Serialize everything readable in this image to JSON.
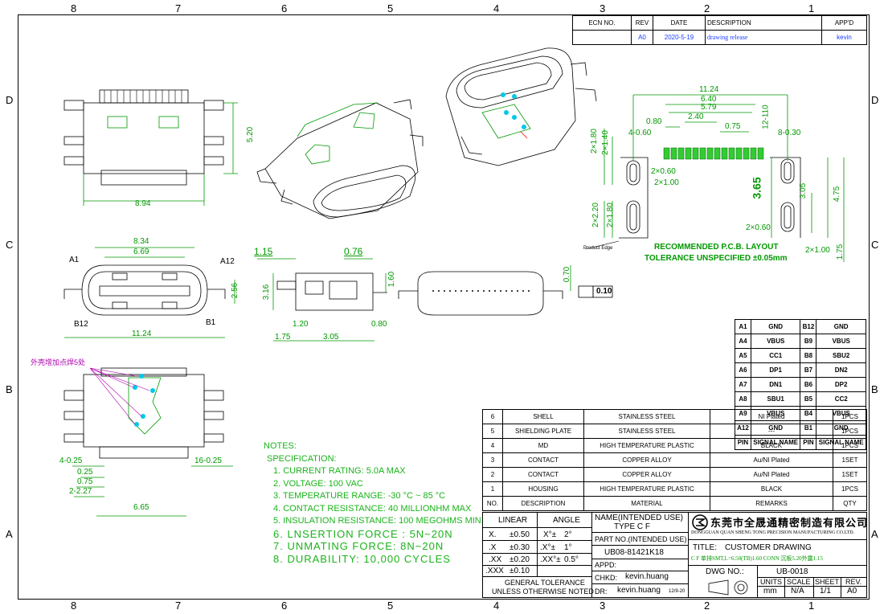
{
  "grid": {
    "top": [
      "8",
      "7",
      "6",
      "5",
      "4",
      "3",
      "2",
      "1"
    ],
    "bottom": [
      "8",
      "7",
      "6",
      "5",
      "4",
      "3",
      "2",
      "1"
    ],
    "left": [
      "D",
      "C",
      "B",
      "A"
    ],
    "right": [
      "D",
      "C",
      "B",
      "A"
    ]
  },
  "ecn": {
    "headers": [
      "ECN NO.",
      "REV",
      "DATE",
      "DESCRIPTION",
      "APP'D"
    ],
    "row": {
      "rev": "A0",
      "date": "2020-5-19",
      "description": "drawing release",
      "appd": "kevin"
    }
  },
  "dims": {
    "top_width": "8.94",
    "top_height": "5.20",
    "front_w1": "8.34",
    "front_w2": "6.69",
    "front_w3": "11.24",
    "front_h": "2.56",
    "pin_a1": "A1",
    "pin_a12": "A12",
    "pin_b12": "B12",
    "pin_b1": "B1",
    "side_a": "1.15",
    "side_b": "0.76",
    "side_h1": "3.16",
    "side_h2": "1.60",
    "side_c": "1.20",
    "side_d": "0.80",
    "side_e": "1.75",
    "side_f": "3.05",
    "end_h": "0.70",
    "flatness": "0.10",
    "b_note": "外壳增加点焊5处",
    "bot_a": "4-0.25",
    "bot_b": "0.25",
    "bot_c": "0.75",
    "bot_d": "2-2.27",
    "bot_e": "16-0.25",
    "bot_f": "6.65"
  },
  "pcb": {
    "w_total": "11.24",
    "w1": "6.40",
    "w2": "5.79",
    "w3": "2.40",
    "w4": "0.80",
    "w5": "0.75",
    "w6": "12-110",
    "l1": "4-0.60",
    "l2": "8-0.30",
    "l3": "2×1.80",
    "l4": "2×1.40",
    "l5": "2×0.60",
    "l6": "2×1.00",
    "l7": "3.65",
    "l8": "3.05",
    "l9": "4.75",
    "l10": "2×2.20",
    "l11": "2×1.80",
    "l12": "2×0.60",
    "l13": "2×1.00",
    "l14": "1.75",
    "edge": "Product Edge",
    "title": "RECOMMENDED  P.C.B.  LAYOUT",
    "tolerance": "TOLERANCE  UNSPECIFIED  ±0.05mm"
  },
  "notes": {
    "title": "NOTES:",
    "spec": "SPECIFICATION:",
    "items": [
      "1.  CURRENT RATING: 5.0A MAX",
      "2.  VOLTAGE: 100 VAC",
      "3.  TEMPERATURE RANGE: -30 °C ~ 85 °C",
      "4.  CONTACT RESISTANCE: 40 MILLIONHM MAX",
      "5.  INSULATION RESISTANCE: 100 MEGOHMS MIN.",
      "6.  LNSERTION  FORCE  :  5N~20N",
      "7.  UNMATING  FORCE:  8N~20N",
      "8.  DURABILITY:    10,000  CYCLES"
    ]
  },
  "pins": {
    "rows": [
      [
        "A1",
        "GND",
        "B12",
        "GND"
      ],
      [
        "A4",
        "VBUS",
        "B9",
        "VBUS"
      ],
      [
        "A5",
        "CC1",
        "B8",
        "SBU2"
      ],
      [
        "A6",
        "DP1",
        "B7",
        "DN2"
      ],
      [
        "A7",
        "DN1",
        "B6",
        "DP2"
      ],
      [
        "A8",
        "SBU1",
        "B5",
        "CC2"
      ],
      [
        "A9",
        "VBUS",
        "B4",
        "VBUS"
      ],
      [
        "A12",
        "GND",
        "B1",
        "GND"
      ]
    ],
    "footer": [
      "PIN",
      "SIGNAL NAME",
      "PIN",
      "SIGNAL NAME"
    ]
  },
  "bom": {
    "rows": [
      [
        "6",
        "SHELL",
        "STAINLESS STEEL",
        "NI Plated",
        "1PCS"
      ],
      [
        "5",
        "SHIELDING PLATE",
        "STAINLESS STEEL",
        "---",
        "1PCS"
      ],
      [
        "4",
        "MD",
        "HIGH TEMPERATURE PLASTIC",
        "BLACK",
        "1PCS"
      ],
      [
        "3",
        "CONTACT",
        "COPPER ALLOY",
        "Au/NI Plated",
        "1SET"
      ],
      [
        "2",
        "CONTACT",
        "COPPER ALLOY",
        "Au/NI Plated",
        "1SET"
      ],
      [
        "1",
        "HOUSING",
        "HIGH TEMPERATURE PLASTIC",
        "BLACK",
        "1PCS"
      ]
    ],
    "header": [
      "NO.",
      "DESCRIPTION",
      "MATERIAL",
      "REMARKS",
      "QTY"
    ]
  },
  "title_block": {
    "linear": "LINEAR",
    "angle": "ANGLE",
    "tol": [
      [
        "X.",
        "±0.50",
        "X°±",
        "2°"
      ],
      [
        ".X",
        "±0.30",
        ".X°±",
        "1°"
      ],
      [
        ".XX",
        "±0.20",
        ".XX°±",
        "0.5°"
      ],
      [
        ".XXX",
        "±0.10",
        "",
        ""
      ]
    ],
    "gen_tol1": "GENERAL TOLERANCE",
    "gen_tol2": "UNLESS OTHERWISE NOTED",
    "name_label": "NAME(INTENDED USE)",
    "name_value": "TYPE C F",
    "part_label": "PART NO.(INTENDED USE)",
    "part_value": "UB08-81421K18",
    "appd": "APPD:",
    "chkd": "CHKD:",
    "chkd_val": "kevin.huang",
    "dr": "DR:",
    "dr_val": "kevin.huang",
    "dr_date": "12/9-20",
    "company_cn": "东莞市全晟通精密制造有限公司",
    "company_en": "DONGGUAN QUAN SHENG TONG PRECISION MANUFACTURING CO.LTD.",
    "title_label": "TITLE:",
    "title_value": "CUSTOMER DRAWING",
    "subtitle": "C F 单排SMT,L=6.50(TB)1.60 CONN 沉板5.20外露1.15",
    "dwg_label": "DWG NO.:",
    "dwg_value": "UB-0018",
    "units": "UNITS",
    "scale": "SCALE",
    "sheet": "SHEET",
    "rev": "REV.",
    "units_v": "mm",
    "scale_v": "N/A",
    "sheet_v": "1/1",
    "rev_v": "A0"
  },
  "colors": {
    "green": "#009900",
    "notes": "#1bb31b",
    "magenta": "#b000b0",
    "cyan": "#00c8e8",
    "blue": "#1a3cff"
  }
}
